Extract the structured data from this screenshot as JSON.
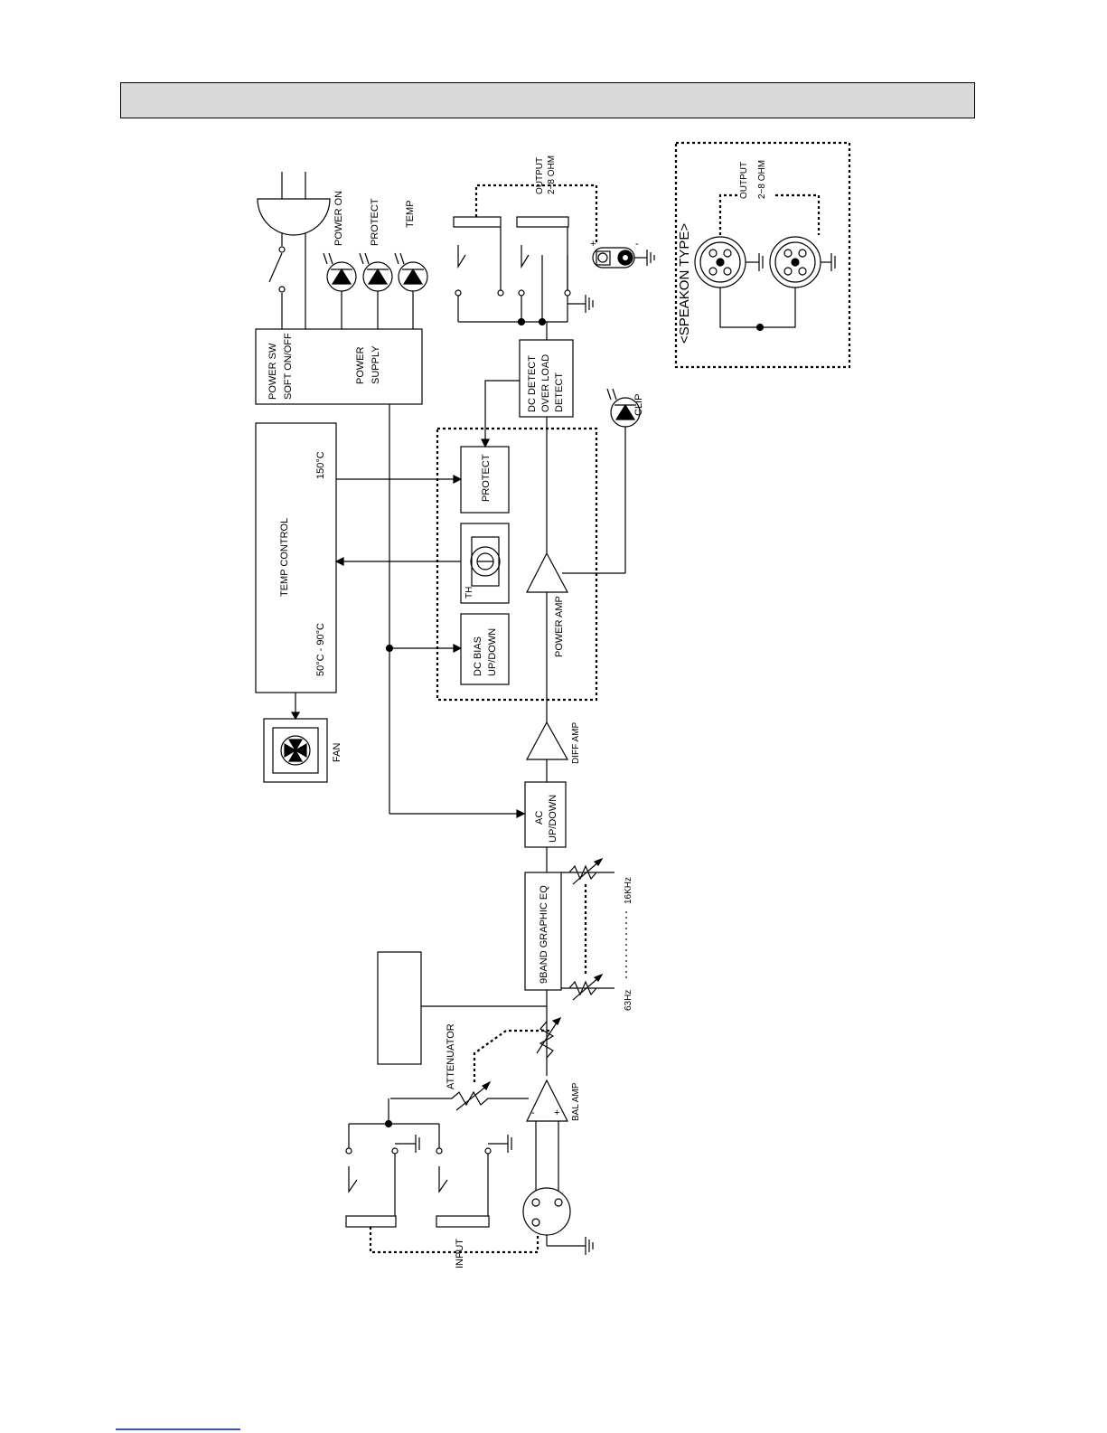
{
  "header": {
    "title": ""
  },
  "labels": {
    "power_sw": "POWER SW",
    "soft_on_off": "SOFT ON/OFF",
    "power": "POWER",
    "supply": "SUPPLY",
    "power_on": "POWER ON",
    "protect_led": "PROTECT",
    "temp_led": "TEMP",
    "temp_control": "TEMP CONTROL",
    "temp_low": "50°C - 90°C",
    "temp_high": "150°C",
    "fan": "FAN",
    "dc_detect_1": "DC DETECT",
    "dc_detect_2": "OVER LOAD",
    "dc_detect_3": "DETECT",
    "clip": "CLIP",
    "protect_block": "PROTECT",
    "th": "TH",
    "dc_bias_1": "DC BIAS",
    "dc_bias_2": "UP/DOWN",
    "power_amp": "POWER AMP",
    "diff_amp": "DIFF AMP",
    "ac_1": "AC",
    "ac_2": "UP/DOWN",
    "graphic_eq": "9BAND GRAPHIC EQ",
    "eq_high": "16KHz",
    "eq_low": "63Hz",
    "attenuator": "ATTENUATOR",
    "bal_amp": "BAL AMP",
    "input": "INPUT",
    "output_1": "OUTPUT",
    "output_2": "2~8 OHM",
    "speakon_type": "<SPEAKON TYPE>",
    "speakon_output_1": "OUTPUT",
    "speakon_output_2": "2~8 OHM",
    "plus": "+",
    "minus": "-"
  }
}
